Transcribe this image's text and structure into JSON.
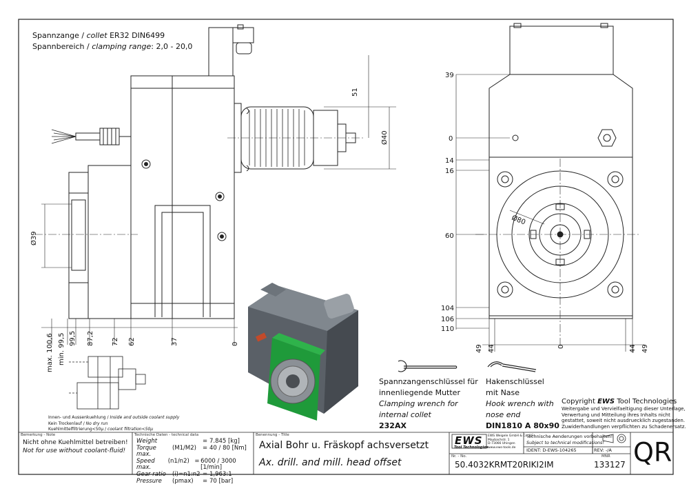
{
  "header": {
    "collet_line_de": "Spannzange /",
    "collet_line_en": "collet",
    "collet_spec": "ER32   DIN6499",
    "range_line_de": "Spannbereich /",
    "range_line_en": "clamping range",
    "range_value": ": 2,0 - 20,0"
  },
  "dims_side": {
    "d51": "51",
    "d40": "Ø40",
    "d39": "Ø39",
    "bottom": [
      "max. 100,6",
      "min. 99,5",
      "99,5",
      "87,2",
      "72",
      "62",
      "37",
      "0"
    ]
  },
  "dims_front": {
    "left": [
      "39",
      "0",
      "14",
      "16",
      "60",
      "104",
      "106",
      "110"
    ],
    "bottom": [
      "49",
      "44",
      "0",
      "44",
      "49"
    ],
    "d80": "Ø80"
  },
  "coolant": {
    "line1": "Innen- und Aussenkuehlung /",
    "line1_en": "Inside and outside coolant supply",
    "line2": "Kein Trockenlauf /",
    "line2_en": "No dry run",
    "line3": "Kuehlmittelfiltrierung<50μ /",
    "line3_en": "coolant filtration<50μ"
  },
  "tools": {
    "wrench1": {
      "line1": "Spannzangenschlüssel für",
      "line2": "innenliegende Mutter",
      "line3": "Clamping wrench for",
      "line4": "internal collet",
      "code": "232AX"
    },
    "wrench2": {
      "line1": "Hakenschlüssel",
      "line2": "mit Nase",
      "line3": "Hook wrench with",
      "line4": "nose end",
      "code": "DIN1810  A  80x90"
    }
  },
  "copyright": {
    "line1_pre": "Copyright",
    "line1_brand": "EWS",
    "line1_post": "Tool Technologies",
    "body": [
      "Weitergabe und Vervielfaeltigung dieser Unterlage,",
      "Verwertung und Mitteilung ihres Inhalts nicht",
      "gestattet, soweit nicht ausdruecklich zugestanden.",
      "Zuwiderhandlungen verpflichten zu Schadenersatz."
    ]
  },
  "title_block": {
    "remark_label": "Bemerkung - Note",
    "remark_de": "Nicht ohne Kuehlmittel betreiben!",
    "remark_en": "Not for use without coolant-fluid!",
    "tech_label": "Technische Daten - technical data",
    "tech_rows": [
      {
        "name": "Weight",
        "sym": "",
        "eq": "=",
        "val": "7.845 [kg]"
      },
      {
        "name": "Torque max.",
        "sym": "(M1/M2)",
        "eq": "=",
        "val": "40 / 80 [Nm]"
      },
      {
        "name": "Speed max.",
        "sym": "(n1/n2)",
        "eq": "=",
        "val": "6000 / 3000 [1/min]"
      },
      {
        "name": "Gear ratio",
        "sym": "(i)=n1:n2",
        "eq": "=",
        "val": "1,963:1"
      },
      {
        "name": "Pressure",
        "sym": "(pmax)",
        "eq": "=",
        "val": "70 [bar]"
      }
    ],
    "name_label": "Benennung - Title",
    "title_de": "Axial Bohr u. Fräskopf achsversetzt",
    "title_en": "Ax. drill. and mill. head offset",
    "logo": "EWS",
    "logo_sub": "Tool Technologies",
    "company": [
      "EWS Weigele GmbH & Co. KG",
      "Maybachstr. 1",
      "D-73066 Uhingen",
      "www.ews-tools.de"
    ],
    "change_de": "Technische Aenderungen vorbehalten!",
    "change_en": "Subject to technical modifications!",
    "ident_label": "IDENT:",
    "ident": "D-EWS-104265",
    "rev_label": "REV:",
    "rev": "-/A",
    "nr_label": "Nr. - No.",
    "part_no": "50.4032KRMT20RIKI2IM",
    "mnr_label": "MNR",
    "mnr": "133127",
    "qr": "QR"
  }
}
